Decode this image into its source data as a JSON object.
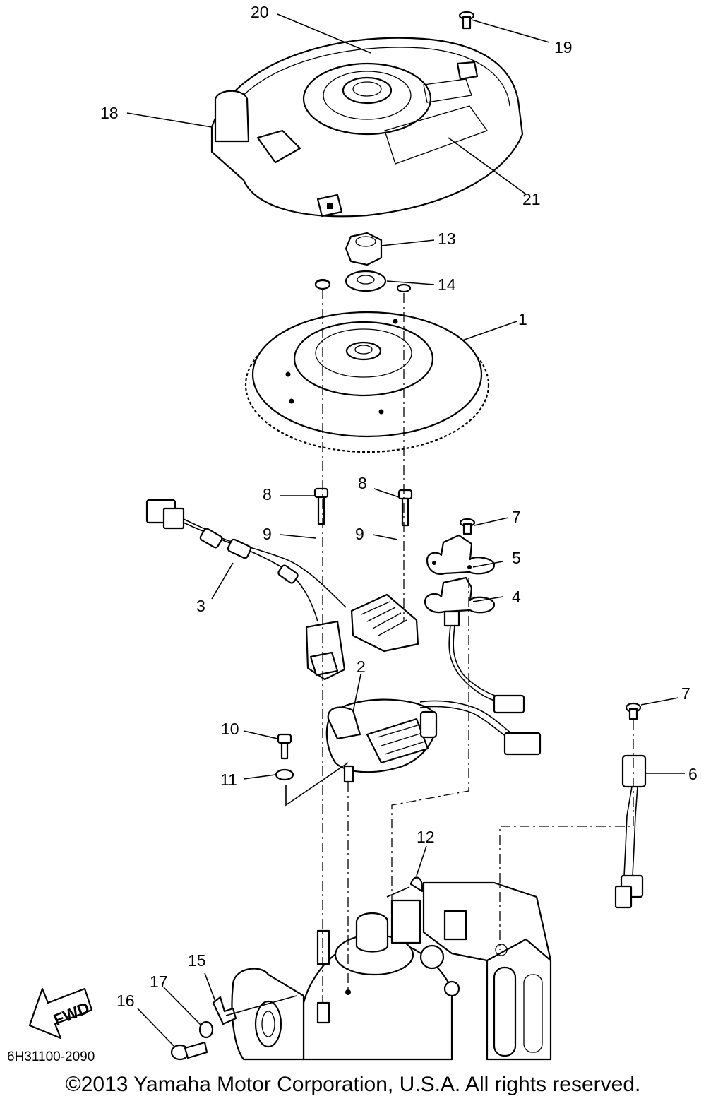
{
  "labels": {
    "p1": "1",
    "p2": "2",
    "p3": "3",
    "p4": "4",
    "p5": "5",
    "p6": "6",
    "p7a": "7",
    "p7b": "7",
    "p8a": "8",
    "p8b": "8",
    "p9a": "9",
    "p9b": "9",
    "p10": "10",
    "p11": "11",
    "p12": "12",
    "p13": "13",
    "p14": "14",
    "p15": "15",
    "p16": "16",
    "p17": "17",
    "p18": "18",
    "p19": "19",
    "p20": "20",
    "p21": "21"
  },
  "fwd_label": "FWD",
  "catalog_number": "6H31100-2090",
  "copyright": "©2013 Yamaha Motor Corporation, U.S.A. All rights reserved."
}
